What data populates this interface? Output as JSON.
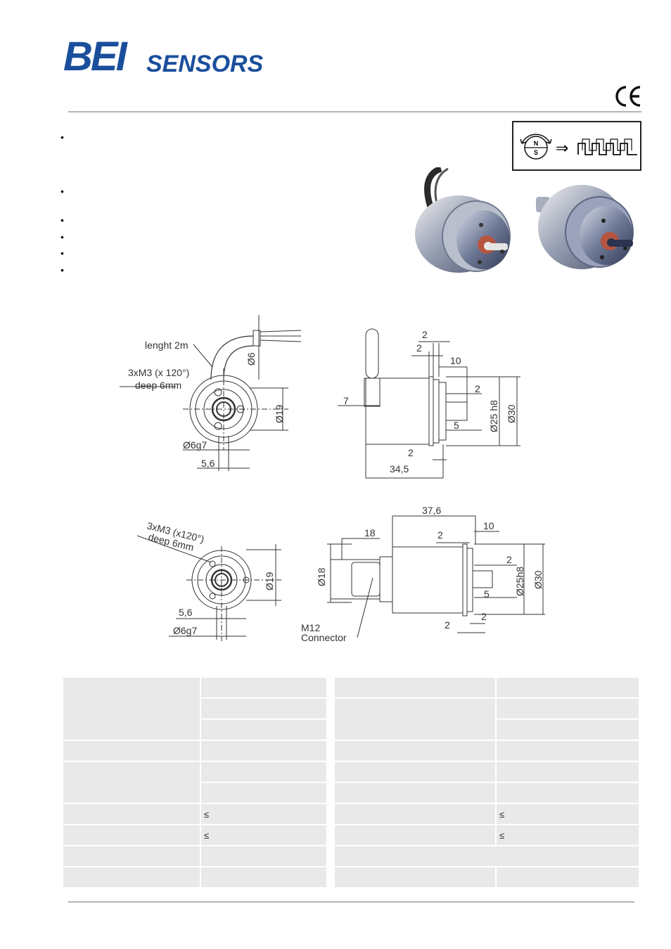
{
  "brand": {
    "logo_text_bold": "BEI",
    "logo_text_light": "SENSORS",
    "color": "#1b4f9c"
  },
  "certification": {
    "mark": "CE"
  },
  "features": {
    "bullet_char": "•",
    "count": 6
  },
  "principle_symbol": {
    "north": "N",
    "south": "S",
    "arrow": "⇒"
  },
  "drawing_cable": {
    "cable_length": "lenght 2m",
    "mount_holes": "3xM3 (x 120°)",
    "hole_depth": "deep 6mm",
    "cable_dia": "Ø6",
    "bolt_circle": "Ø19",
    "shaft_fit": "Ø6g7",
    "flat": "5,6",
    "dim_2a": "2",
    "dim_2b": "2",
    "dim_10": "10",
    "dim_2c": "2",
    "dim_7": "7",
    "dim_5": "5",
    "pilot": "Ø25 h8",
    "body": "Ø30",
    "dim_2d": "2",
    "length": "34,5"
  },
  "drawing_connector": {
    "mount_holes": "3xM3 (x120°)",
    "hole_depth": "deep 6mm",
    "bolt_circle": "Ø19",
    "flat": "5,6",
    "shaft_fit": "Ø6g7",
    "length": "37,6",
    "conn_len": "18",
    "dim_2a": "2",
    "dim_10": "10",
    "conn_dia": "Ø18",
    "dim_2b": "2",
    "pilot": "Ø25h8",
    "body": "Ø30",
    "dim_5": "5",
    "connector_l1": "M12",
    "connector_l2": "Connector",
    "dim_2c": "2",
    "dim_2d": "2"
  },
  "spec_left": [
    {
      "label": "",
      "value": ""
    },
    {
      "label": "",
      "value": ""
    },
    {
      "label": "",
      "value": ""
    },
    {
      "label": "",
      "value": ""
    },
    {
      "label": "",
      "value": ""
    },
    {
      "label": "",
      "value": ""
    },
    {
      "label": "",
      "value": "≤"
    },
    {
      "label": "",
      "value": "≤"
    },
    {
      "label": "",
      "value": ""
    },
    {
      "label": "",
      "value": ""
    }
  ],
  "spec_right": [
    {
      "label": "",
      "value": ""
    },
    {
      "label": "",
      "value": ""
    },
    {
      "label": "",
      "value": ""
    },
    {
      "label": "",
      "value": ""
    },
    {
      "label": "",
      "value": ""
    },
    {
      "label": "",
      "value": ""
    },
    {
      "label": "",
      "value": "≤"
    },
    {
      "label": "",
      "value": "≤"
    },
    {
      "label": "",
      "value": ""
    },
    {
      "label": "",
      "value": ""
    }
  ]
}
